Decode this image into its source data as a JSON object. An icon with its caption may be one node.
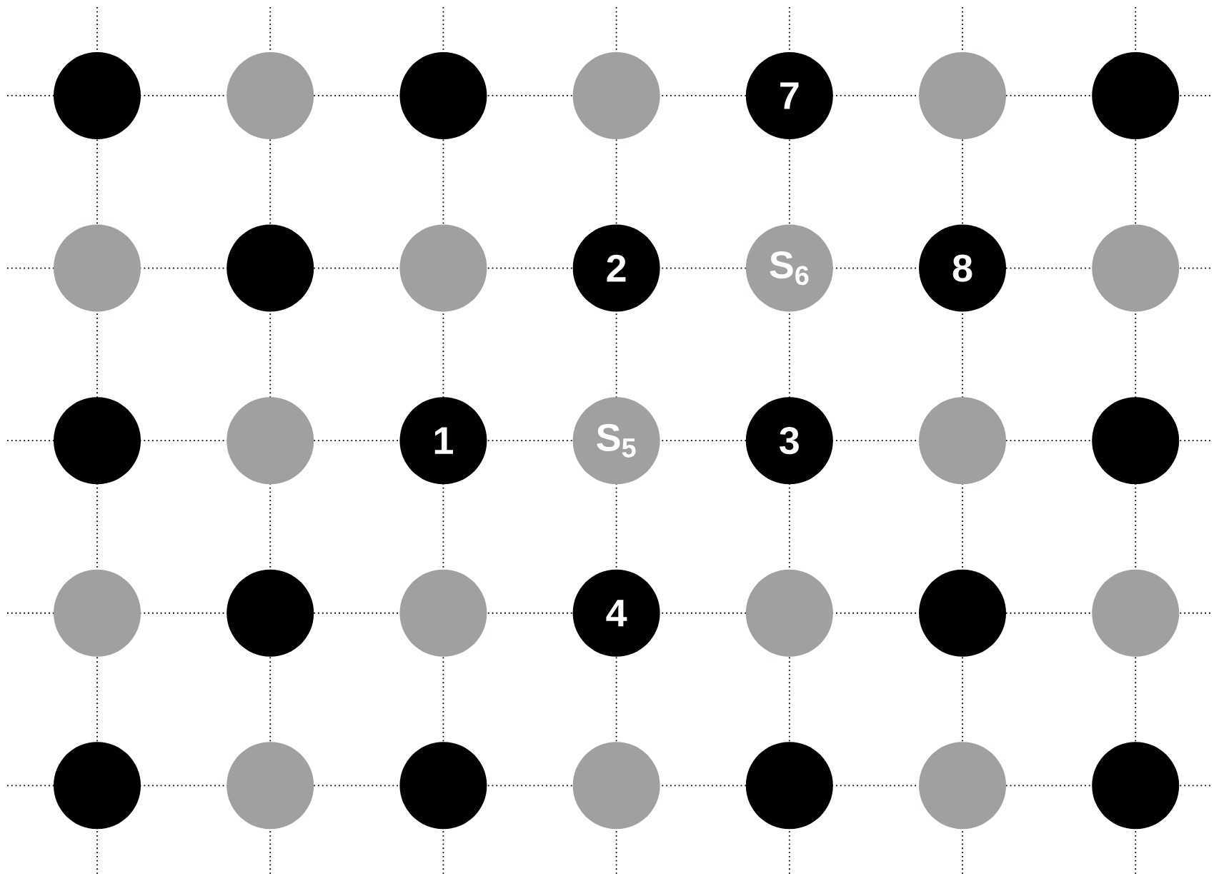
{
  "diagram": {
    "nodes": [
      {
        "text": [],
        "shape": "circle"
      },
      {
        "text": [],
        "shape": "circle"
      },
      {
        "text": [],
        "shape": "circle"
      },
      {
        "text": [],
        "shape": "circle"
      },
      {
        "text": [
          "7"
        ]
      },
      {
        "text": [],
        "shape": "circle"
      },
      {
        "text": [],
        "shape": "circle"
      },
      {
        "text": [],
        "shape": "circle"
      },
      {
        "text": [],
        "shape": "circle"
      },
      {
        "text": [],
        "shape": "circle"
      },
      {
        "text": [
          "2"
        ]
      },
      {
        "text": [
          "S$_{6}$"
        ]
      },
      {
        "text": [
          "8"
        ]
      },
      {
        "text": [],
        "shape": "circle"
      },
      {
        "text": [],
        "shape": "circle"
      },
      {
        "text": [],
        "shape": "circle"
      },
      {
        "text": [
          "1"
        ]
      },
      {
        "text": [
          "S$_{5}$"
        ]
      },
      {
        "text": [
          "3"
        ]
      },
      {
        "text": [],
        "shape": "circle"
      },
      {
        "text": [],
        "shape": "circle"
      },
      {
        "text": [],
        "shape": "circle"
      },
      {
        "text": [],
        "shape": "circle"
      },
      {
        "text": [],
        "shape": "circle"
      },
      {
        "text": [
          "4"
        ]
      },
      {
        "text": [],
        "shape": "circle"
      },
      {
        "text": [],
        "shape": "circle"
      },
      {
        "text": [],
        "shape": "circle"
      },
      {
        "text": [],
        "shape": "circle"
      },
      {
        "text": [],
        "shape": "circle"
      },
      {
        "text": [],
        "shape": "circle"
      },
      {
        "text": [],
        "shape": "circle"
      },
      {
        "text": [],
        "shape": "circle"
      },
      {
        "text": [],
        "shape": "circle"
      },
      {
        "text": [],
        "shape": "circle"
      }
    ]
  }
}
